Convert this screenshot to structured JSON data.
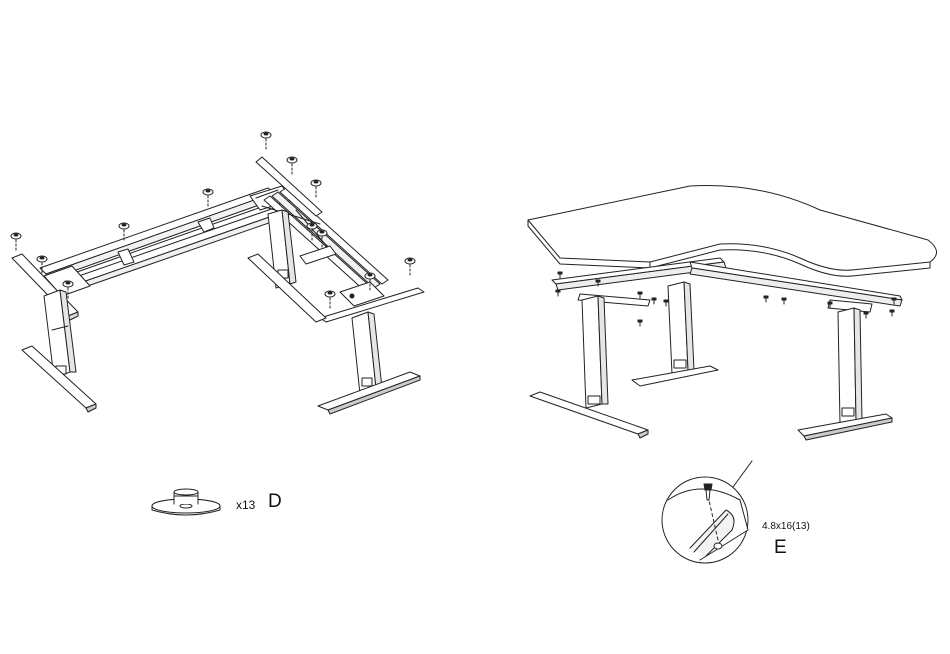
{
  "parts": {
    "d": {
      "quantity": "x13",
      "letter": "D",
      "icon": "leveling-foot-pad-icon"
    },
    "e": {
      "spec": "4.8x16(13)",
      "letter": "E",
      "icon": "screw-detail-icon"
    }
  },
  "figures": {
    "frame": {
      "icon": "l-desk-frame-icon"
    },
    "assembled": {
      "icon": "l-desk-assembled-icon"
    }
  },
  "colors": {
    "line": "#222222",
    "fill": "#ffffff",
    "shade": "#e6e6e6"
  }
}
